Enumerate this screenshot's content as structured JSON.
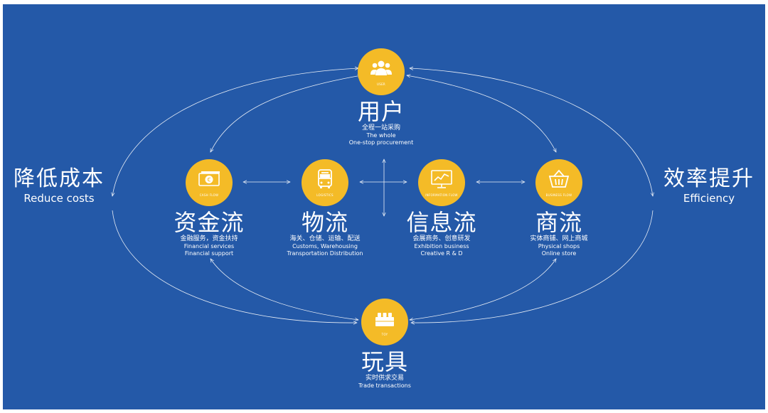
{
  "left": {
    "title": "降低成本",
    "subtitle": "Reduce costs"
  },
  "right": {
    "title": "效率提升",
    "subtitle": "Efficiency"
  },
  "top": {
    "icon": "users-icon",
    "tag": "USER",
    "title": "用户",
    "sub_cn": "全程一站采购",
    "sub_en_1": "The whole",
    "sub_en_2": "One-stop procurement"
  },
  "bottom": {
    "icon": "toy-bricks-icon",
    "tag": "TOY",
    "title": "玩具",
    "sub_cn": "实时供求交易",
    "sub_en_1": "Trade transactions",
    "sub_en_2": ""
  },
  "flows": [
    {
      "icon": "cash-icon",
      "tag": "CASH FLOW",
      "title": "资金流",
      "sub_cn": "金融服务，资金扶持",
      "sub_en_1": "Financial services",
      "sub_en_2": "Financial support"
    },
    {
      "icon": "bus-icon",
      "tag": "LOGISTICS",
      "title": "物流",
      "sub_cn": "海关、仓储、运输、配送",
      "sub_en_1": "Customs, Warehousing",
      "sub_en_2": "Transportation  Distribution"
    },
    {
      "icon": "monitor-chart-icon",
      "tag": "INFORMATION FLOW",
      "title": "信息流",
      "sub_cn": "会展商务、创意研发",
      "sub_en_1": "Exhibition business",
      "sub_en_2": "Creative R & D"
    },
    {
      "icon": "basket-icon",
      "tag": "BUSINESS FLOW",
      "title": "商流",
      "sub_cn": "实体商铺、网上商城",
      "sub_en_1": "Physical shops",
      "sub_en_2": "Online store"
    }
  ],
  "colors": {
    "background": "#2459a8",
    "accent": "#f4bb27",
    "text": "#ffffff"
  }
}
